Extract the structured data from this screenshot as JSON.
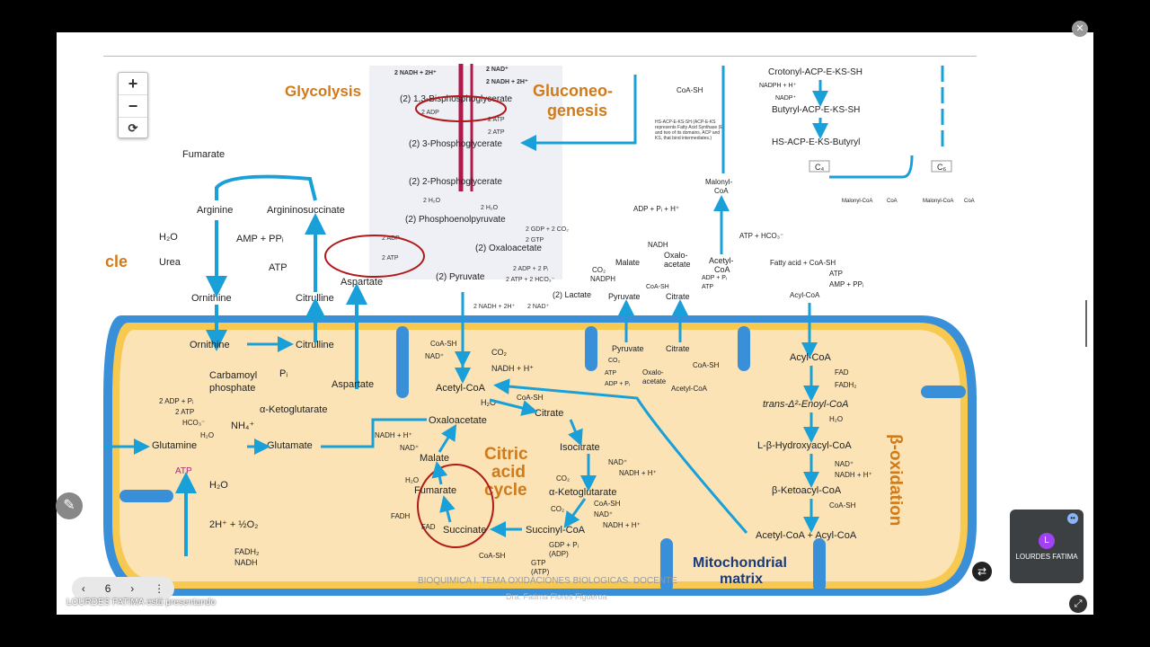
{
  "slide": {
    "titles": {
      "glycolysis": "Glycolysis",
      "gluconeo_1": "Gluconeo-",
      "gluconeo_2": "genesis",
      "cycle_partial": "cle",
      "citric_1": "Citric",
      "citric_2": "acid",
      "citric_3": "cycle",
      "beta_oxidation": "β-oxidation",
      "mito_1": "Mitochondrial",
      "mito_2": "matrix"
    },
    "glycolysis": {
      "nadh_2h_left": "2 NADH + 2H⁺",
      "nad_2": "2 NAD⁺",
      "nadh_2h_right": "2 NADH + 2H⁺",
      "bpg": "(2) 1,3-Bisphosphoglycerate",
      "adp_2": "2 ADP",
      "atp_2a": "2 ATP",
      "atp_2b": "2 ATP",
      "pg3": "(2) 3-Phosphoglycerate",
      "pg2": "(2) 2-Phosphoglycerate",
      "h2o_a": "2 H₂O",
      "h2o_b": "2 H₂O",
      "pep": "(2) Phosphoenolpyruvate",
      "gdp_co2": "2 GDP + 2 CO₂",
      "gtp2": "2 GTP",
      "oaa": "(2) Oxaloacetate",
      "adp2_red": "2 ADP",
      "atp2_red": "2 ATP",
      "adp_pi": "2 ADP + 2 Pᵢ",
      "atp_hco3": "2 ATP + 2 HCO₃⁻",
      "pyruvate": "(2) Pyruvate",
      "lactate": "(2) Lactate",
      "nadh_lact": "2 NADH + 2H⁺",
      "nad_lact": "2 NAD⁺"
    },
    "urea": {
      "fumarate": "Fumarate",
      "arginine": "Arginine",
      "argininosuccinate": "Argininosuccinate",
      "h2o": "H₂O",
      "urea": "Urea",
      "amp_ppi": "AMP + PPᵢ",
      "atp": "ATP",
      "aspartate_top": "Aspartate",
      "ornithine_top": "Ornithine",
      "citrulline_top": "Citrulline"
    },
    "mito_left": {
      "ornithine": "Ornithine",
      "citrulline": "Citrulline",
      "carbamoyl_1": "Carbamoyl",
      "carbamoyl_2": "phosphate",
      "pi": "Pᵢ",
      "adp_pi": "2 ADP + Pᵢ",
      "atp2": "2 ATP",
      "hco3": "HCO₃⁻",
      "h2o_small": "H₂O",
      "nh4": "NH₄⁺",
      "alpha_kg": "α-Ketoglutarate",
      "aspartate": "Aspartate",
      "glutamine": "Glutamine",
      "glutamate": "Glutamate",
      "atp": "ATP",
      "h2o": "H₂O",
      "h_o2": "2H⁺ + ½O₂",
      "fadh2": "FADH₂",
      "nadh": "NADH"
    },
    "tca": {
      "coa_sh": "CoA-SH",
      "nad": "NAD⁺",
      "co2": "CO₂",
      "nadh_h": "NADH + H⁺",
      "acetyl_coa": "Acetyl-CoA",
      "h2o": "H₂O",
      "coa_sh2": "CoA-SH",
      "citrate": "Citrate",
      "oxaloacetate": "Oxaloacetate",
      "nadh_h2": "NADH + H⁺",
      "nad2": "NAD⁺",
      "malate": "Malate",
      "isocitrate": "Isocitrate",
      "h2o_2": "H₂O",
      "fumarate": "Fumarate",
      "nad3": "NAD⁺",
      "nadh_h3": "NADH + H⁺",
      "co2_2": "CO₂",
      "akg": "α-Ketoglutarate",
      "coa_sh3": "CoA-SH",
      "nad4": "NAD⁺",
      "co2_3": "CO₂",
      "nadh_h4": "NADH + H⁺",
      "fadh": "FADH",
      "fad": "FAD",
      "succinate": "Succinate",
      "succinyl_coa": "Succinyl-CoA",
      "coa_sh4": "CoA-SH",
      "gdp_pi": "GDP + Pᵢ",
      "adp": "(ADP)",
      "gtp": "GTP",
      "atp": "(ATP)"
    },
    "shuttle": {
      "nadh": "NADH",
      "oxalo_acetate": "Oxalo-",
      "acetate": "acetate",
      "malate": "Malate",
      "acetyl": "Acetyl-",
      "coa": "CoA",
      "co2": "CO₂",
      "nadph": "NADPH",
      "coa_sh": "CoA-SH",
      "atp": "ATP",
      "adp_pi": "ADP + Pᵢ",
      "pyruvate": "Pyruvate",
      "citrate": "Citrate",
      "pyruvate_m": "Pyruvate",
      "citrate_m": "Citrate",
      "co2_m": "CO₂",
      "atp_m": "ATP",
      "adp_pi_m": "ADP + Pᵢ",
      "oxalo_m1": "Oxalo-",
      "oxalo_m2": "acetate",
      "coa_sh_m": "CoA-SH",
      "acetyl_coa_m": "Acetyl-CoA",
      "coa_sh_top": "CoA-SH",
      "acp_note": "HS-ACP-E-KS-SH (ACP-E-KS represents Fatty Acid Synthase (E) and two of its domains, ACP and KS, that bind intermediates.)",
      "malonyl": "Malonyl-",
      "malonyl_coa": "CoA",
      "adp_pi_h": "ADP + Pᵢ + H⁺",
      "atp_hco3": "ATP + HCO₃⁻"
    },
    "fatty": {
      "crotonyl": "Crotonyl-ACP-E-KS-SH",
      "nadph_h": "NADPH + H⁺",
      "nadp": "NADP⁺",
      "butyryl": "Butyryl-ACP-E-KS-SH",
      "hs_butyryl": "HS-ACP-E-KS-Butyryl",
      "c4": "C₄",
      "c6": "C₆",
      "malonyl_coa_a": "Malonyl-CoA",
      "coa_a": "CoA",
      "malonyl_coa_b": "Malonyl-CoA",
      "coa_b": "CoA",
      "fa_coa": "Fatty acid + CoA-SH",
      "atp": "ATP",
      "amp_ppi": "AMP + PPᵢ",
      "acyl_coa_top": "Acyl-CoA"
    },
    "beta": {
      "acyl_coa": "Acyl-CoA",
      "fad": "FAD",
      "fadh2": "FADH₂",
      "enoyl": "trans-Δ²-Enoyl-CoA",
      "h2o": "H₂O",
      "hydroxy": "L-β-Hydroxyacyl-CoA",
      "nad": "NAD⁺",
      "nadh_h": "NADH + H⁺",
      "keto": "β-Ketoacyl-CoA",
      "coa_sh": "CoA-SH",
      "products": "Acetyl-CoA + Acyl-CoA"
    },
    "footer": {
      "line1": "BIOQUIMICA I. TEMA OXIDACIONES BIOLOGICAS. DOCENTE",
      "line2": "Dra. Fatima Flores Figueroa"
    }
  },
  "viewer": {
    "zoom_in": "+",
    "zoom_out": "−",
    "reset": "⟳",
    "page_prev": "‹",
    "page_number": "6",
    "page_next": "›",
    "page_menu": "⋮",
    "presenter_text": "LOURDES FATIMA está presentando"
  },
  "meeting": {
    "participant_initial": "L",
    "participant_name": "LOURDES FATIMA",
    "close_icon": "✕",
    "pencil_icon": "✎",
    "layout_icon": "⇄",
    "expand_icon": "⤢",
    "indicator_icon": "••"
  },
  "colors": {
    "flow_blue": "#1aa0d8",
    "red_flux": "#b01a4a",
    "orange_title": "#d07a1a",
    "navy": "#1a3a7a",
    "membrane": "#f7c950",
    "matrix": "#fbe3b5"
  }
}
